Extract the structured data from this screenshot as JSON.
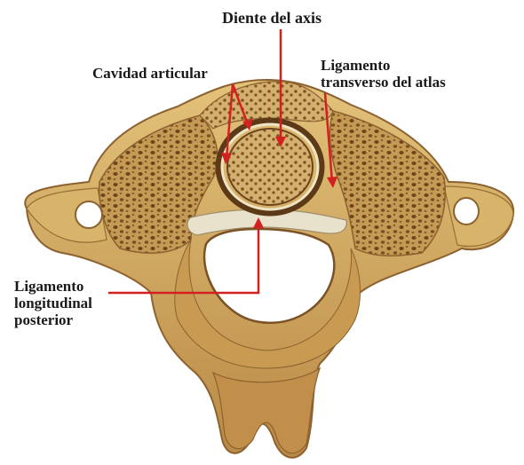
{
  "labels": {
    "diente": "Diente del axis",
    "cavidad": "Cavidad articular",
    "transverso": [
      "Ligamento",
      "transverso del atlas"
    ],
    "longitudinal": [
      "Ligamento",
      "longitudinal",
      "posterior"
    ]
  },
  "colors": {
    "pointer": "#d42020",
    "bone_outer": "#d9b86a",
    "bone_shadow": "#a9783a",
    "bone_cut": "#c9a464",
    "bone_pores": "#7a4f22",
    "ligament": "#e8e2cc",
    "text": "#1a1a1a"
  }
}
